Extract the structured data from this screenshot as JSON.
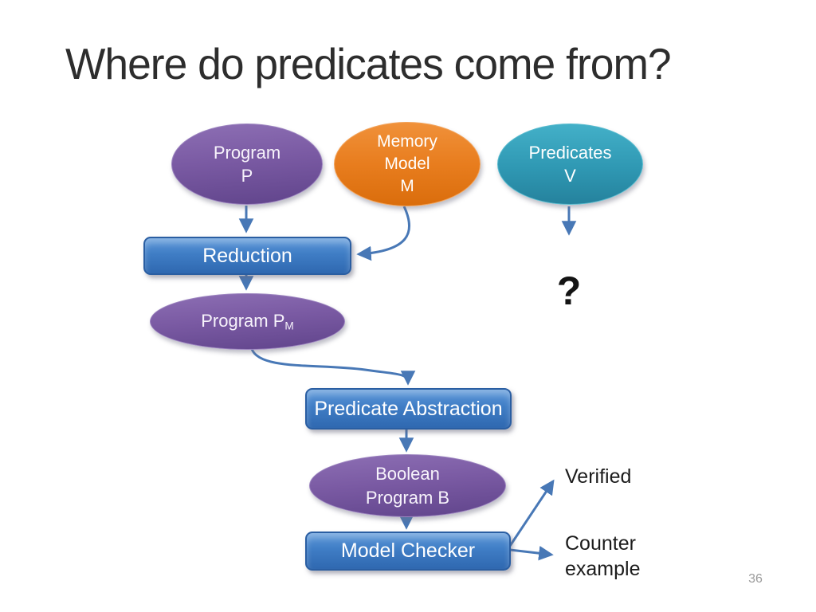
{
  "title": "Where do predicates come from?",
  "page_number": "36",
  "diagram": {
    "program_p": {
      "line1": "Program",
      "line2": "P"
    },
    "memory_model": {
      "line1": "Memory",
      "line2": "Model",
      "line3": "M"
    },
    "predicates_v": {
      "line1": "Predicates",
      "line2": "V"
    },
    "reduction": "Reduction",
    "program_pm": {
      "base": "Program P",
      "sub": "M"
    },
    "question_mark": "?",
    "predicate_abstraction": "Predicate Abstraction",
    "boolean_program": {
      "line1": "Boolean",
      "line2": "Program B"
    },
    "model_checker": "Model Checker",
    "verified": "Verified",
    "counter_example": {
      "line1": "Counter",
      "line2": "example"
    }
  },
  "colors": {
    "purple_node": "#7a5aa3",
    "orange_node": "#e87d1e",
    "teal_node": "#2f98b3",
    "blue_box": "#3f7dc5",
    "arrow": "#4878b6",
    "title_text": "#2d2d2d",
    "body_text": "#1c1c1c",
    "page_number_text": "#9b9b9b"
  }
}
